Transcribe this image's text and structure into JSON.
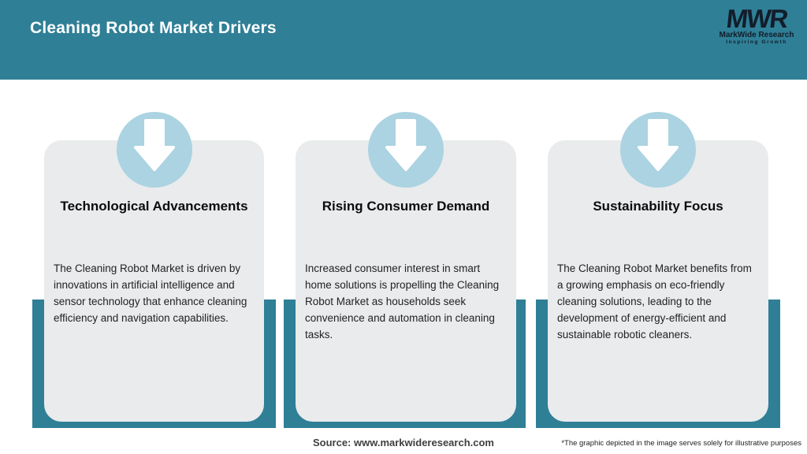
{
  "header": {
    "title": "Cleaning Robot Market Drivers",
    "logo": {
      "mark": "MWR",
      "name": "MarkWide Research",
      "tagline": "Inspiring Growth"
    }
  },
  "cards": [
    {
      "title": "Technological Advancements",
      "body": "The Cleaning Robot Market is driven by innovations in artificial intelligence and sensor technology that enhance cleaning efficiency and navigation capabilities.",
      "icon": "down-arrow-icon"
    },
    {
      "title": "Rising Consumer Demand",
      "body": "Increased consumer interest in smart home solutions is propelling the Cleaning Robot Market as households seek convenience and automation in cleaning tasks.",
      "icon": "down-arrow-icon"
    },
    {
      "title": "Sustainability Focus",
      "body": "The Cleaning Robot Market benefits from a growing emphasis on eco-friendly cleaning solutions, leading to the development of energy-efficient and sustainable robotic cleaners.",
      "icon": "down-arrow-icon"
    }
  ],
  "footer": {
    "source": "Source: www.markwideresearch.com",
    "disclaimer": "*The graphic depicted in the image serves solely for illustrative purposes"
  },
  "colors": {
    "teal": "#2F7F96",
    "light_blue": "#ABD3E2",
    "card_bg": "#E9EBEC",
    "logo_dark": "#121D2B",
    "title_text": "#FFFFFF",
    "body_text": "#222222"
  }
}
